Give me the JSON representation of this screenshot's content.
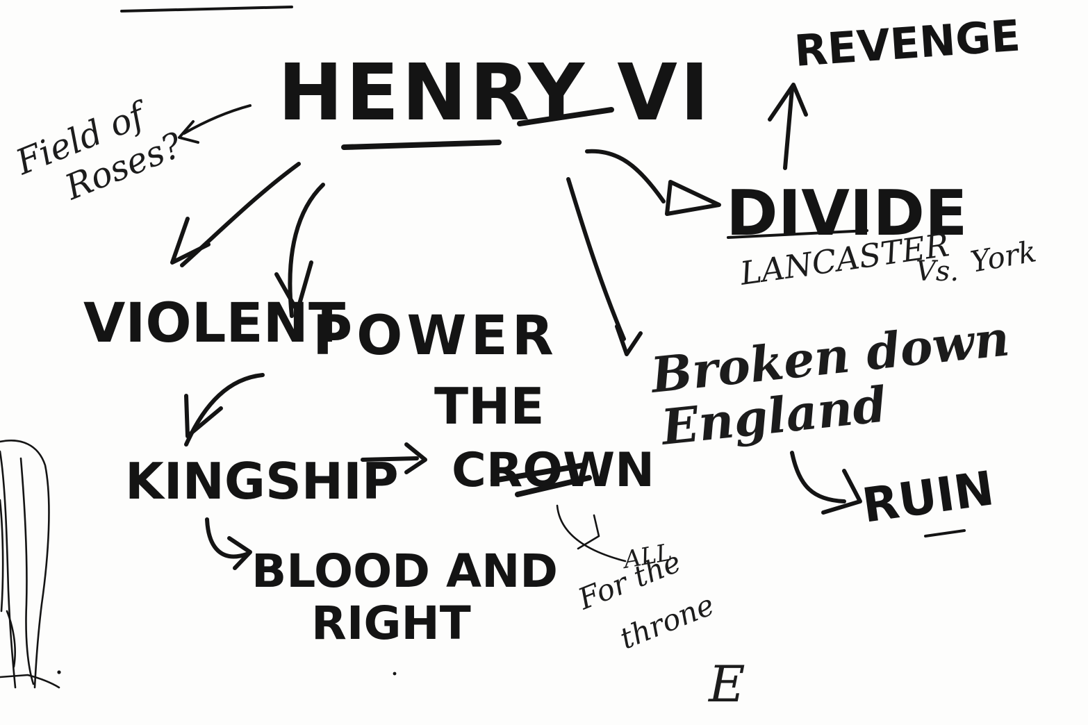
{
  "diagram": {
    "center": "HENRY VI",
    "side_note": {
      "line1": "Field of",
      "line2": "Roses?"
    },
    "nodes": {
      "violent": "VIOLENT",
      "power": "POWER",
      "kingship": "KINGSHIP",
      "the": "THE",
      "crown": "CROWN",
      "blood_and": "BLOOD AND",
      "right": "RIGHT",
      "all": "ALL",
      "for_the": "For the",
      "throne": "throne",
      "broken_down": "Broken down",
      "england": "England",
      "ruin": "RUIN",
      "divide": "DIVIDE",
      "lancaster": "LANCASTER",
      "vs": "Vs.",
      "york": "York",
      "revenge": "REVENGE",
      "stray_mark": "E"
    },
    "ink_color": "#141414",
    "paper_color": "#fdfdfc"
  }
}
